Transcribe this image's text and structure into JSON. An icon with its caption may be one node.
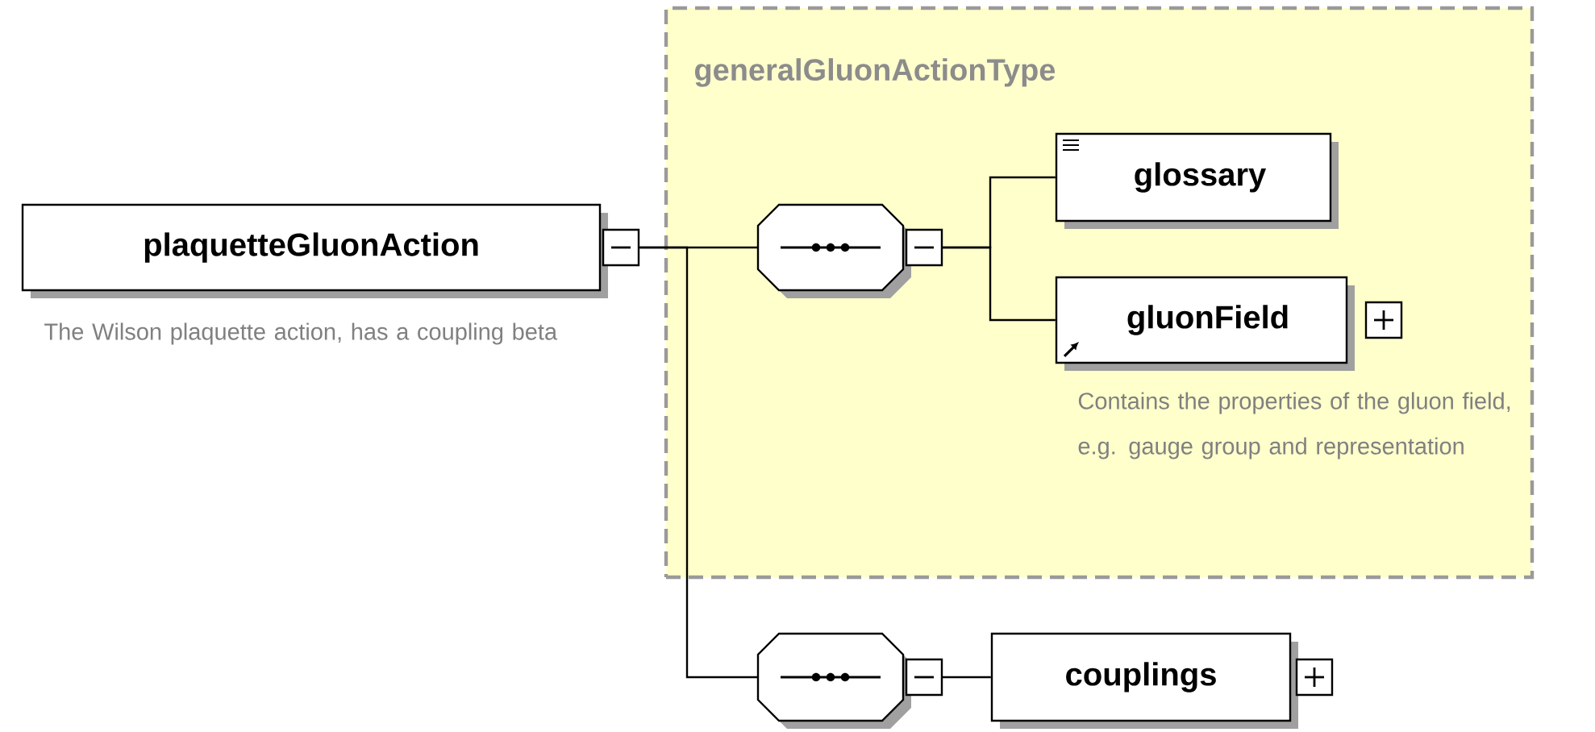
{
  "diagram": {
    "nodes": [
      {
        "text": [
          "generalGluonActionType"
        ]
      },
      {
        "text": [
          "plaquetteGluonAction"
        ],
        "beside": [
          "The Wilson plaquette action, has a coupling beta"
        ]
      },
      {
        "text": [],
        "shape": "octagon",
        "in": 0
      },
      {
        "text": [
          "glossary"
        ],
        "in": 0
      },
      {
        "text": [
          "gluonField"
        ],
        "in": 0,
        "beside": [
          "Contains the properties of the gluon field, e.g. gauge group and representation"
        ]
      },
      {
        "text": [],
        "shape": "octagon"
      },
      {
        "text": [
          "couplings"
        ]
      }
    ],
    "edges": [
      {
        "from": 1,
        "to": 2,
        "arrow": "none"
      },
      {
        "from": 1,
        "to": 5,
        "arrow": "none"
      },
      {
        "from": 2,
        "to": 3,
        "arrow": "none"
      },
      {
        "from": 2,
        "to": 4,
        "arrow": "none"
      },
      {
        "from": 5,
        "to": 6,
        "arrow": "none"
      }
    ]
  }
}
